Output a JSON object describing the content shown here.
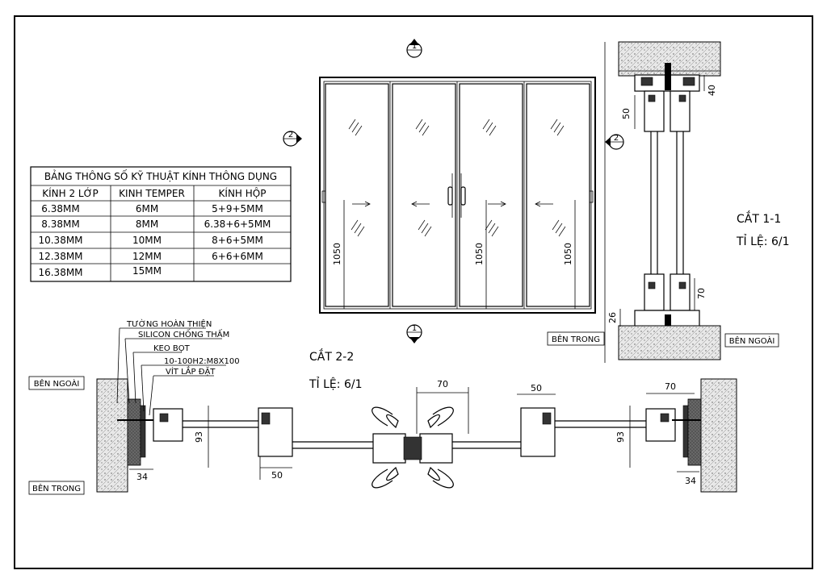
{
  "table": {
    "title": "BẢNG THÔNG SỐ KỸ THUẬT KÍNH  THÔNG DỤNG",
    "headers": [
      "KÍNH 2 LỚP",
      "KINH TEMPER",
      "KÍNH HỘP"
    ],
    "rows": [
      [
        "6.38MM",
        "6MM",
        "5+9+5MM"
      ],
      [
        "8.38MM",
        "8MM",
        "6.38+6+5MM"
      ],
      [
        "10.38MM",
        "10MM",
        "8+6+5MM"
      ],
      [
        "12.38MM",
        "12MM",
        "6+6+6MM"
      ],
      [
        "16.38MM",
        "15MM",
        ""
      ]
    ]
  },
  "elevation": {
    "heights": [
      "1050",
      "1050",
      "1050"
    ],
    "markers": {
      "top": "1",
      "bottom": "1",
      "left": "2",
      "right": "2"
    }
  },
  "section11": {
    "title": "CẮT 1-1",
    "scale": "TỈ LỆ: 6/1",
    "dims": {
      "top_h": "40",
      "frame_w": "50",
      "bottom_h": "70",
      "sill": "26"
    },
    "inside_label": "BÊN TRONG",
    "outside_label": "BÊN NGOÀI"
  },
  "section22": {
    "title": "CẮT 2-2",
    "scale": "TỈ LỆ: 6/1",
    "callouts": [
      "TƯỜNG HOÀN THIỆN",
      "SILICON CHỐNG THẤM",
      "KEO BỌT",
      "10-100H2:M8X100",
      "VÍT LẮP ĐẶT"
    ],
    "outside_label": "BÊN NGOÀI",
    "inside_label": "BÊN TRONG",
    "dims": {
      "left_h": "93",
      "left_w": "34",
      "left_frame": "50",
      "center": "70",
      "right_frame": "50",
      "right_70": "70",
      "right_h": "93",
      "right_w": "34"
    }
  }
}
